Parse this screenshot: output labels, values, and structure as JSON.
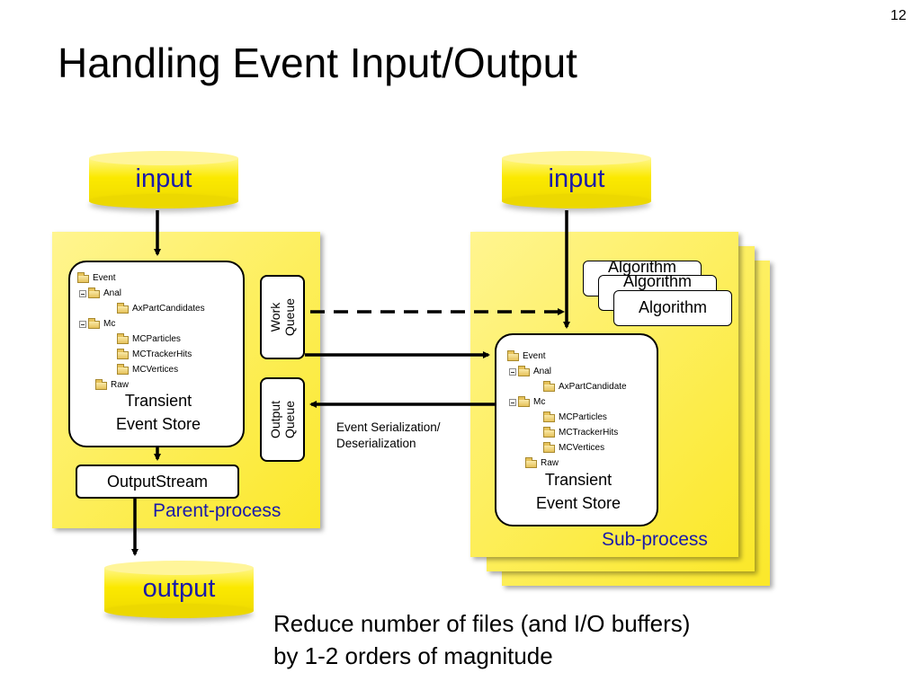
{
  "slide": {
    "page_number": "12",
    "title": "Handling Event Input/Output"
  },
  "parent": {
    "input_label": "input",
    "output_label": "output",
    "process_label": "Parent-process",
    "output_stream_label": "OutputStream",
    "work_queue": [
      "Work",
      "Queue"
    ],
    "output_queue": [
      "Output",
      "Queue"
    ],
    "store": {
      "label": [
        "Transient",
        "Event Store"
      ],
      "tree": [
        "Event",
        "Anal",
        "AxPartCandidates",
        "Mc",
        "MCParticles",
        "MCTrackerHits",
        "MCVertices",
        "Raw"
      ]
    }
  },
  "sub": {
    "input_label": "input",
    "process_label": "Sub-process",
    "algorithm_label": "Algorithm",
    "store": {
      "label": [
        "Transient",
        "Event Store"
      ],
      "tree": [
        "Event",
        "Anal",
        "AxPartCandidate",
        "Mc",
        "MCParticles",
        "MCTrackerHits",
        "MCVertices",
        "Raw"
      ]
    }
  },
  "serialization_label": [
    "Event Serialization/",
    "Deserialization"
  ],
  "note": [
    "Reduce number of files (and I/O buffers)",
    "by 1-2 orders of magnitude"
  ]
}
